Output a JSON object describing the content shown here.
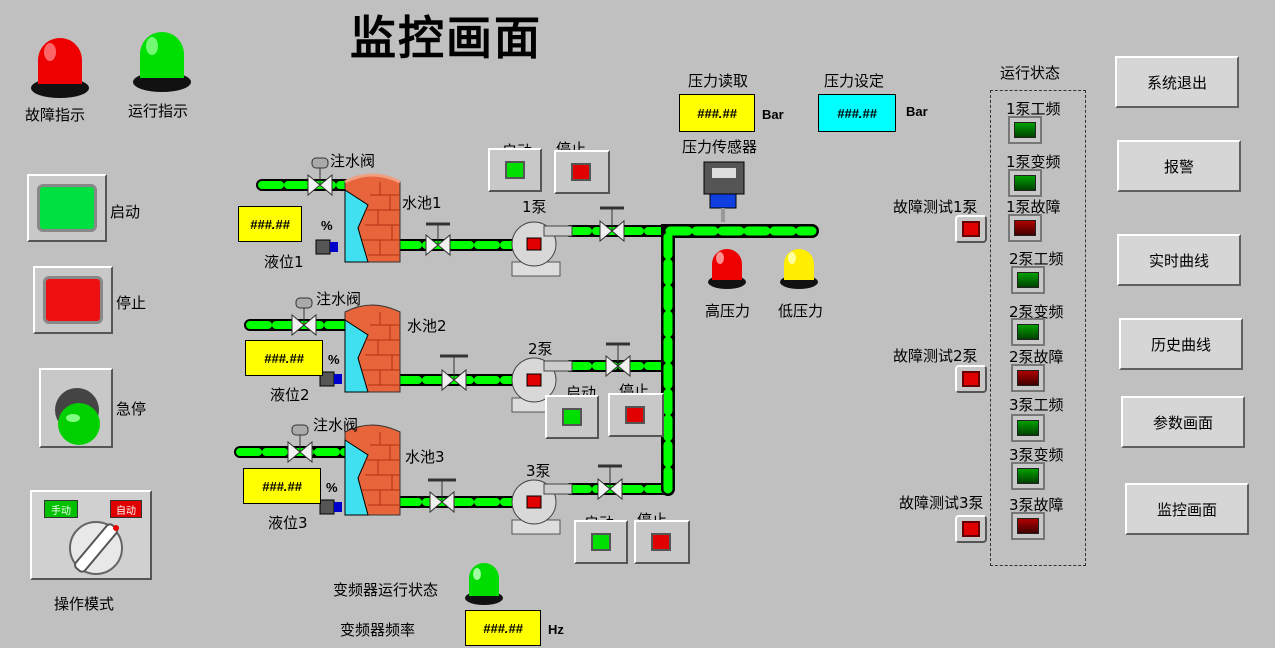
{
  "title": "监控画面",
  "lamps": {
    "fault_label": "故障指示",
    "run_label": "运行指示",
    "high_pressure_label": "高压力",
    "low_pressure_label": "低压力",
    "vfd_status_label": "变频器运行状态"
  },
  "left_controls": {
    "start_label": "启动",
    "stop_label": "停止",
    "estop_label": "急停",
    "mode_label": "操作模式",
    "mode_manual": "手动",
    "mode_auto": "自动"
  },
  "pressure": {
    "read_label": "压力读取",
    "read_value": "###.##",
    "read_unit": "Bar",
    "set_label": "压力设定",
    "set_value": "###.##",
    "set_unit": "Bar",
    "sensor_label": "压力传感器"
  },
  "tanks": [
    {
      "name": "水池1",
      "valve": "注水阀",
      "level_label": "液位1",
      "value": "###.##",
      "unit": "%"
    },
    {
      "name": "水池2",
      "valve": "注水阀",
      "level_label": "液位2",
      "value": "###.##",
      "unit": "%"
    },
    {
      "name": "水池3",
      "valve": "注水阀",
      "level_label": "液位3",
      "value": "###.##",
      "unit": "%"
    }
  ],
  "pumps": [
    {
      "name": "1泵",
      "start": "启动",
      "stop": "停止"
    },
    {
      "name": "2泵",
      "start": "启动",
      "stop": "停止"
    },
    {
      "name": "3泵",
      "start": "启动",
      "stop": "停止"
    }
  ],
  "vfd": {
    "freq_label": "变频器频率",
    "freq_value": "###.##",
    "freq_unit": "Hz"
  },
  "fault_tests": [
    "故障测试1泵",
    "故障测试2泵",
    "故障测试3泵"
  ],
  "status": {
    "title": "运行状态",
    "items": [
      {
        "label": "1泵工频",
        "color": "green"
      },
      {
        "label": "1泵变频",
        "color": "green"
      },
      {
        "label": "1泵故障",
        "color": "red"
      },
      {
        "label": "2泵工频",
        "color": "green"
      },
      {
        "label": "2泵变频",
        "color": "green"
      },
      {
        "label": "2泵故障",
        "color": "red"
      },
      {
        "label": "3泵工频",
        "color": "green"
      },
      {
        "label": "3泵变频",
        "color": "green"
      },
      {
        "label": "3泵故障",
        "color": "red"
      }
    ]
  },
  "nav": [
    "系统退出",
    "报警",
    "实时曲线",
    "历史曲线",
    "参数画面",
    "监控画面"
  ],
  "colors": {
    "background": "#c0c0c0",
    "display_yellow": "#ffff00",
    "display_cyan": "#00ffff",
    "pipe_green": "#00ff00",
    "tank_brick": "#e8643a",
    "lamp_red": "#ff0000",
    "lamp_green": "#00dd00",
    "lamp_yellow": "#ffff00"
  }
}
